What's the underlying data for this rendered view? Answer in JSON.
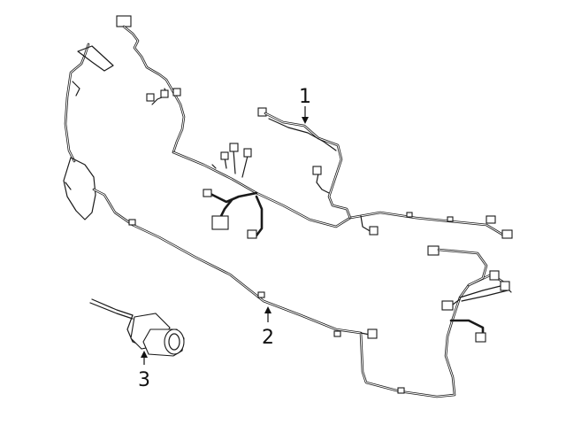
{
  "callouts": [
    {
      "number": "1"
    },
    {
      "number": "2"
    },
    {
      "number": "3"
    }
  ],
  "colors": {
    "line": "#1a1a1a",
    "background": "#ffffff"
  }
}
